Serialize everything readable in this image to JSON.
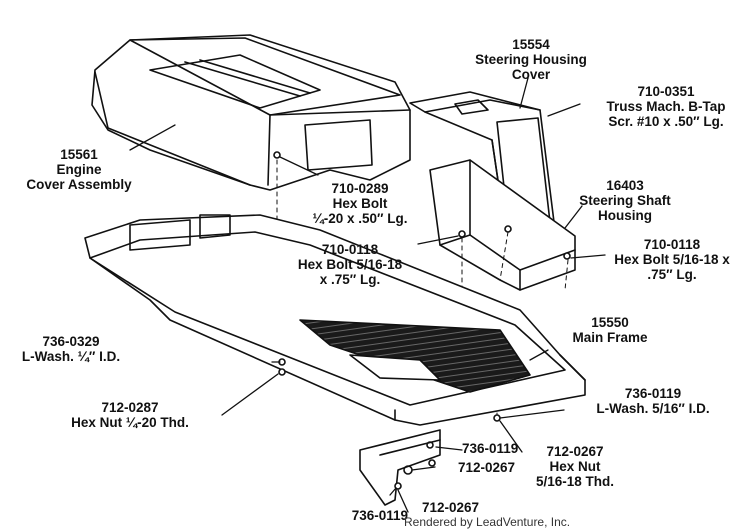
{
  "callouts": {
    "steering_housing_cover": {
      "part": "15554",
      "line1": "Steering Housing",
      "line2": "Cover"
    },
    "truss_bolt": {
      "part": "710-0351",
      "line1": "Truss Mach. B-Tap",
      "line2": "Scr. #10 x .50″ Lg."
    },
    "engine_cover": {
      "part": "15561",
      "line1": "Engine",
      "line2": "Cover Assembly"
    },
    "hex_bolt_quarter": {
      "part": "710-0289",
      "line1": "Hex Bolt",
      "line2": "¼-20 x .50″ Lg."
    },
    "steering_shaft_housing": {
      "part": "16403",
      "line1": "Steering Shaft",
      "line2": "Housing"
    },
    "hex_bolt_left": {
      "part": "710-0118",
      "line1": "Hex Bolt 5/16-18",
      "line2": "x .75″ Lg."
    },
    "hex_bolt_right": {
      "part": "710-0118",
      "line1": "Hex Bolt 5/16-18 x",
      "line2": ".75″ Lg."
    },
    "lwash_quarter": {
      "part": "736-0329",
      "line1": "L-Wash. ¼″ I.D."
    },
    "main_frame": {
      "part": "15550",
      "line1": "Main Frame"
    },
    "hex_nut_quarter": {
      "part": "712-0287",
      "line1": "Hex Nut ¼-20 Thd."
    },
    "lwash_516_right": {
      "part": "736-0119",
      "line1": "L-Wash. 5/16″ I.D."
    },
    "lwash_516_mid": {
      "part": "736-0119"
    },
    "nut_712_mid": {
      "part": "712-0267"
    },
    "hex_nut_516": {
      "part": "712-0267",
      "line1": "Hex Nut",
      "line2": "5/16-18 Thd."
    },
    "lwash_516_bottom": {
      "part": "736-0119"
    },
    "nut_712_bottom": {
      "part": "712-0267"
    }
  },
  "footer": {
    "credit": "Rendered by LeadVenture, Inc."
  },
  "colors": {
    "ink": "#111111",
    "paper": "#ffffff",
    "shade": "#333333"
  }
}
